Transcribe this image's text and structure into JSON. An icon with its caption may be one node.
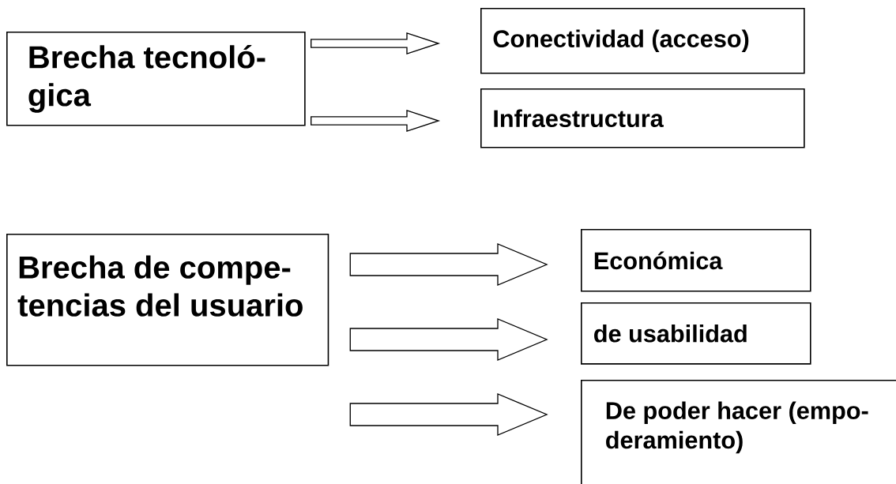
{
  "diagram": {
    "nodes": [
      {
        "text": [
          "Brecha tecnoló- gica"
        ]
      },
      {
        "text": [
          "Conectividad (acceso)"
        ]
      },
      {
        "text": [
          "Infraestructura"
        ]
      },
      {
        "text": [
          "Brecha de compe- tencias del usuario"
        ]
      },
      {
        "text": [
          "Económica"
        ]
      },
      {
        "text": [
          "de usabilidad"
        ]
      },
      {
        "text": [
          "De poder hacer (empo- deramiento)"
        ]
      }
    ],
    "edges": [
      {
        "from": 0,
        "to": 1,
        "arrow": "to"
      },
      {
        "from": 0,
        "to": 2,
        "arrow": "to"
      },
      {
        "from": 3,
        "to": 4,
        "arrow": "to"
      },
      {
        "from": 3,
        "to": 5,
        "arrow": "to"
      },
      {
        "from": 3,
        "to": 6,
        "arrow": "to"
      }
    ]
  }
}
